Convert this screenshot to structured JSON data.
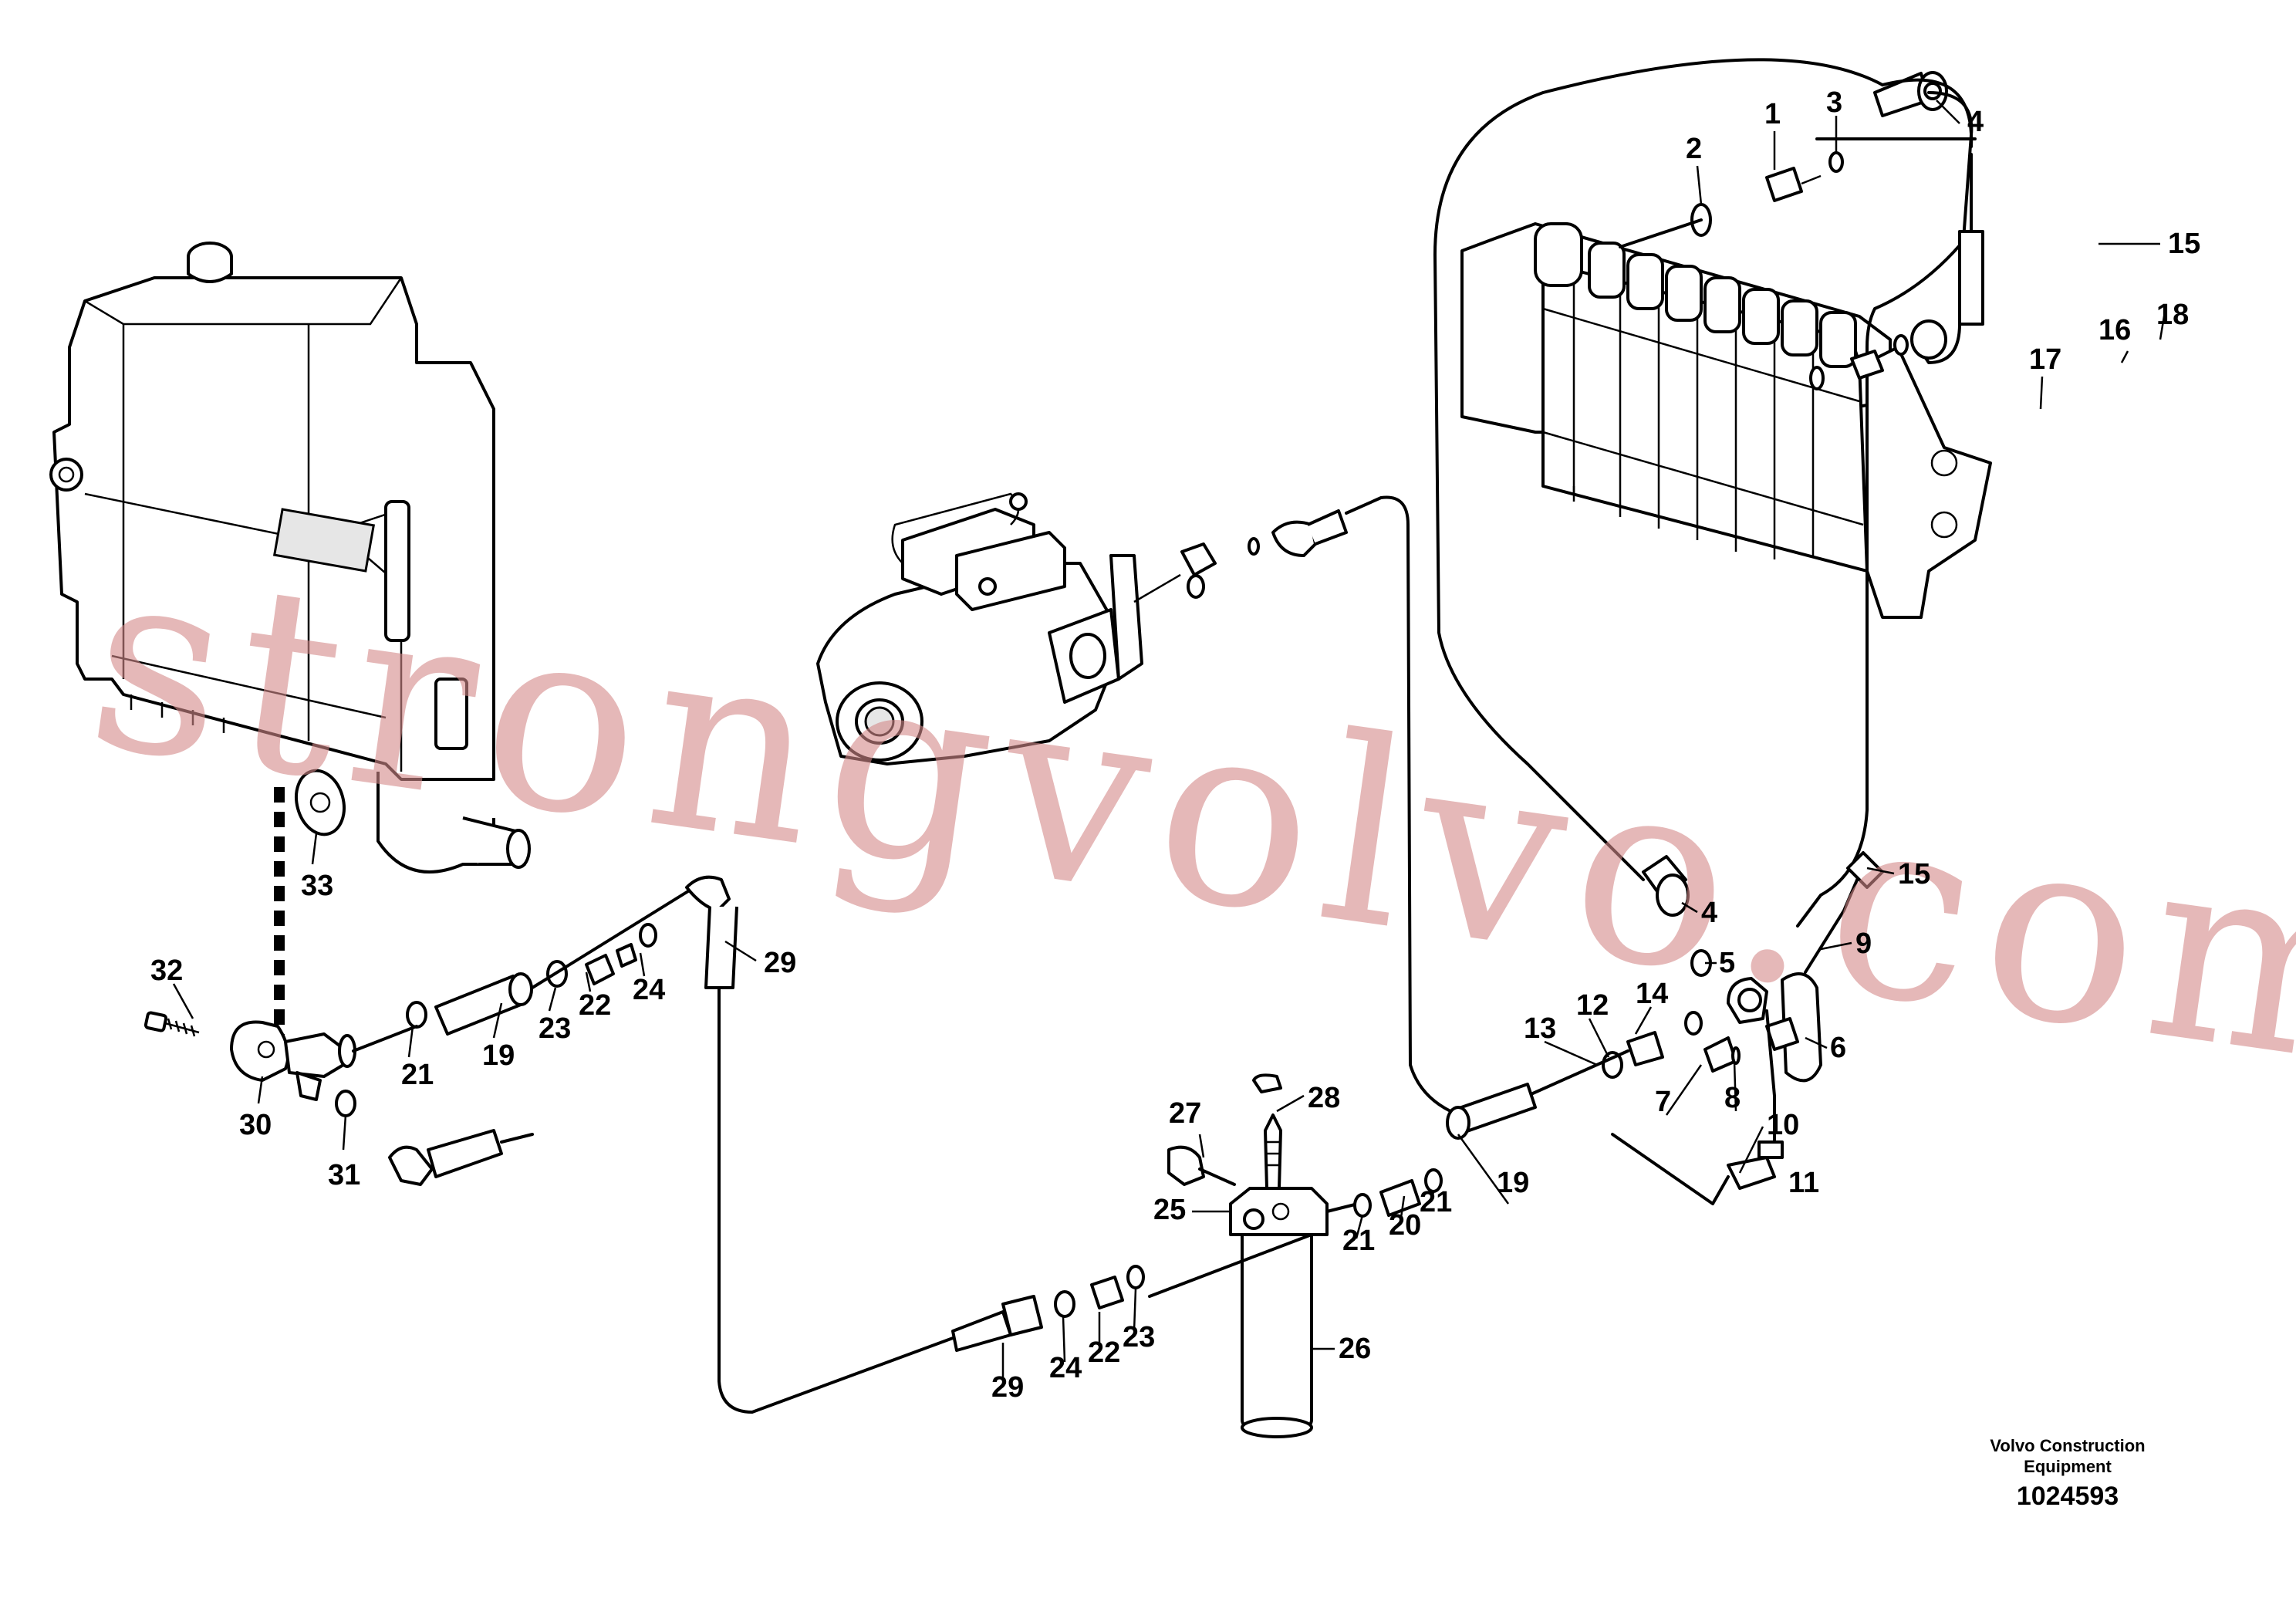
{
  "watermark": "strongvolvo.com",
  "footer": {
    "company_line1": "Volvo Construction",
    "company_line2": "Equipment",
    "drawing_number": "1024593"
  },
  "callouts": [
    "1",
    "3",
    "4",
    "2",
    "15",
    "16",
    "18",
    "17",
    "33",
    "32",
    "30",
    "31",
    "21",
    "19",
    "23",
    "22",
    "24",
    "29",
    "4",
    "5",
    "15",
    "9",
    "14",
    "12",
    "13",
    "6",
    "7",
    "8",
    "10",
    "11",
    "28",
    "27",
    "25",
    "21",
    "20",
    "21",
    "19",
    "29",
    "24",
    "22",
    "23",
    "26"
  ],
  "colors": {
    "line": "#000000",
    "watermark": "#d48a8a",
    "background": "#ffffff"
  }
}
